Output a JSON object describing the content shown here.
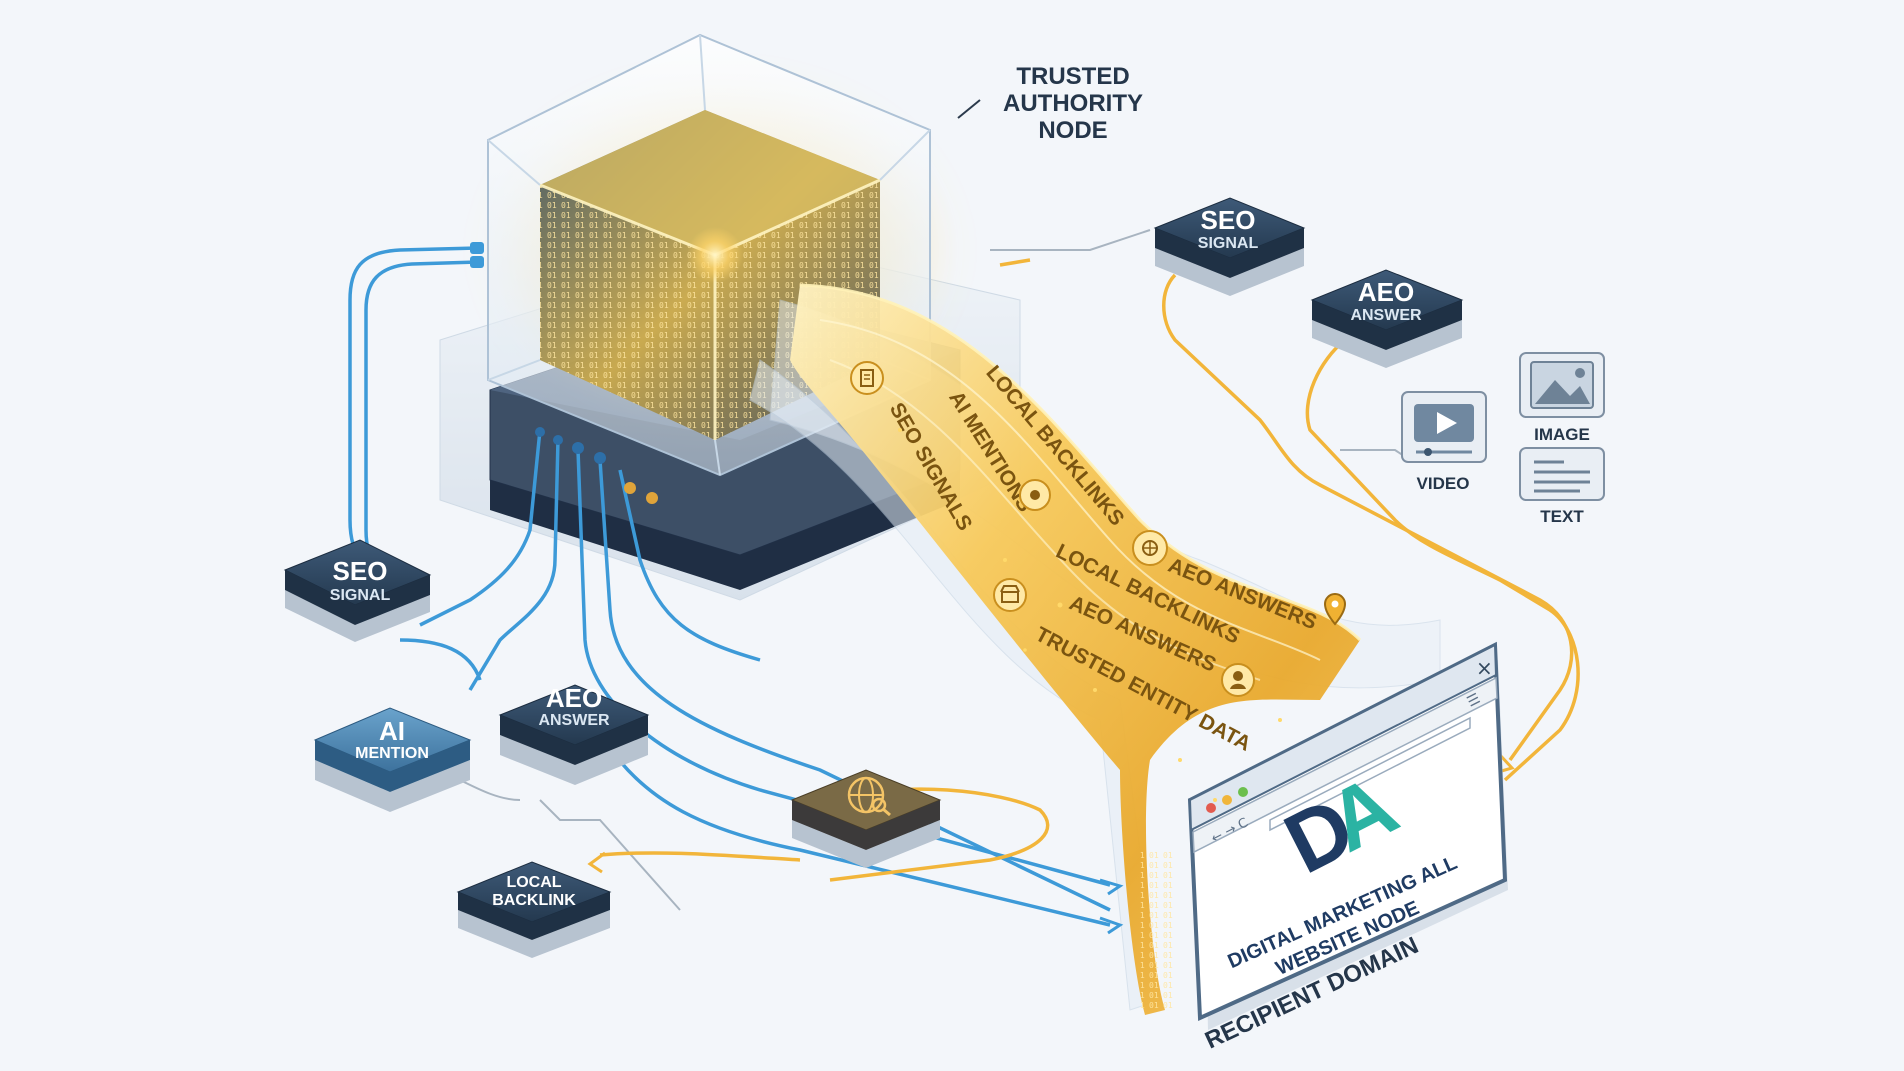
{
  "title_label": {
    "line1": "TRUSTED",
    "line2": "AUTHORITY",
    "line3": "NODE"
  },
  "colors": {
    "background": "#f3f6fa",
    "gold": "#f2b53a",
    "gold_light": "#ffe08a",
    "blue_line": "#3d9ad8",
    "node_dark": "#2e4660",
    "node_light": "#4e86b0",
    "logo_navy": "#1f3b63",
    "logo_teal": "#2bb3a3"
  },
  "left_nodes": {
    "seo": {
      "line1": "SEO",
      "line2": "SIGNAL"
    },
    "ai": {
      "line1": "AI",
      "line2": "MENTION"
    },
    "aeo": {
      "line1": "AEO",
      "line2": "ANSWER"
    },
    "local": {
      "line1": "LOCAL",
      "line2": "BACKLINK"
    }
  },
  "right_nodes": {
    "seo": {
      "line1": "SEO",
      "line2": "SIGNAL"
    },
    "aeo": {
      "line1": "AEO",
      "line2": "ANSWER"
    }
  },
  "media": {
    "video": "VIDEO",
    "image": "IMAGE",
    "text": "TEXT"
  },
  "stream": {
    "labels": [
      "SEO SIGNALS",
      "AI MENTIONS",
      "LOCAL BACKLINKS",
      "LOCAL BACKLINKS",
      "AEO ANSWERS",
      "AEO ANSWERS",
      "TRUSTED ENTITY DATA"
    ]
  },
  "browser": {
    "logo_d": "D",
    "logo_a": "A",
    "line1": "DIGITAL MARKETING ALL",
    "line2": "WEBSITE NODE",
    "close_glyph": "×",
    "menu_glyph": "☰",
    "nav_glyph": "← → C"
  },
  "caption": "RECIPIENT DOMAIN",
  "icons": [
    "document-icon",
    "network-icon",
    "location-pin-icon",
    "user-icon",
    "store-icon",
    "globe-search-icon",
    "video-play-icon",
    "image-icon",
    "text-lines-icon"
  ]
}
